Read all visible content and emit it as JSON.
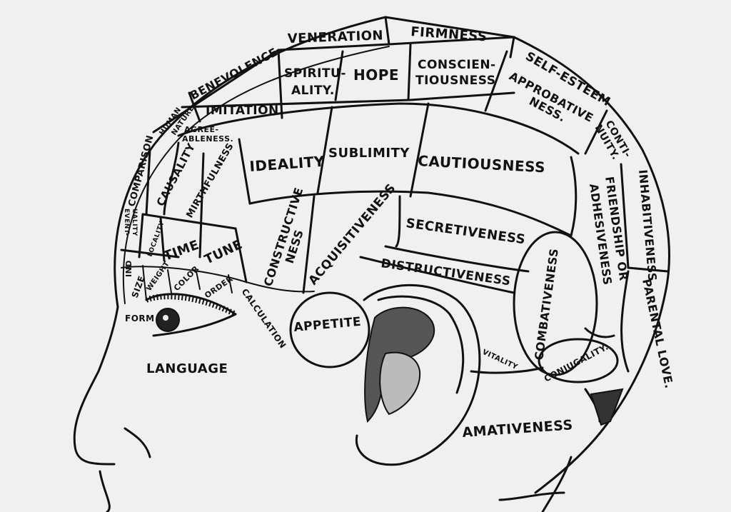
{
  "diagram": {
    "ink_color": "#111111",
    "background_color": "#f0f0f0",
    "regions": {
      "firmness": "FIRMNESS",
      "veneration": "VENERATION",
      "benevolence": "BENEVOLENCE",
      "self_esteem": "SELF-ESTEEM",
      "spirituality_1": "SPIRITU-",
      "spirituality_2": "ALITY.",
      "hope": "HOPE",
      "conscientiousness_1": "CONSCIEN-",
      "conscientiousness_2": "TIOUSNESS",
      "approbativeness_1": "APPROBATIVE",
      "approbativeness_2": "NESS.",
      "continuity_1": "CONTI-",
      "continuity_2": "NUITY.",
      "human_nature_1": "HUMAN",
      "human_nature_2": "NATURE",
      "imitation": "IMITATION.",
      "agreeableness_1": "AGREE-",
      "agreeableness_2": "ABLENESS.",
      "comparison": "COMPARISON",
      "causality": "CAUSALITY",
      "ideality": "IDEALITY",
      "sublimity": "SUBLIMITY",
      "cautiousness": "CAUTIOUSNESS",
      "inhabitiveness": "INHABITIVENESS",
      "friendship_1": "FRIENDSHIP OR",
      "friendship_2": "ADHESIVENESS",
      "mirthfulness": "MIRTHFULNESS",
      "eventuality_1": "EVENT-",
      "eventuality_2": "UALITY",
      "locality": "LOCALITY",
      "time": "TIME",
      "tune": "TUNE",
      "constructiveness_1": "CONSTRUCTIVE",
      "constructiveness_2": "NESS",
      "acquisitiveness": "ACQUISITIVENESS",
      "secretiveness": "SECRETIVENESS",
      "destructiveness": "DISTRUCTIVENESS",
      "combativeness": "COMBATIVENESS",
      "parental_love": "PARENTAL LOVE.",
      "ind": "IND",
      "size": "SIZE",
      "weight": "WEIGHT",
      "color": "COLOR",
      "order": "ORDER",
      "calculation": "CALCULATION",
      "form": "FORM",
      "appetite": "APPETITE",
      "vitality": "VITALITY",
      "conjugality": "CONJUGALITY.",
      "language": "LANGUAGE",
      "amativeness": "AMATIVENESS"
    }
  }
}
